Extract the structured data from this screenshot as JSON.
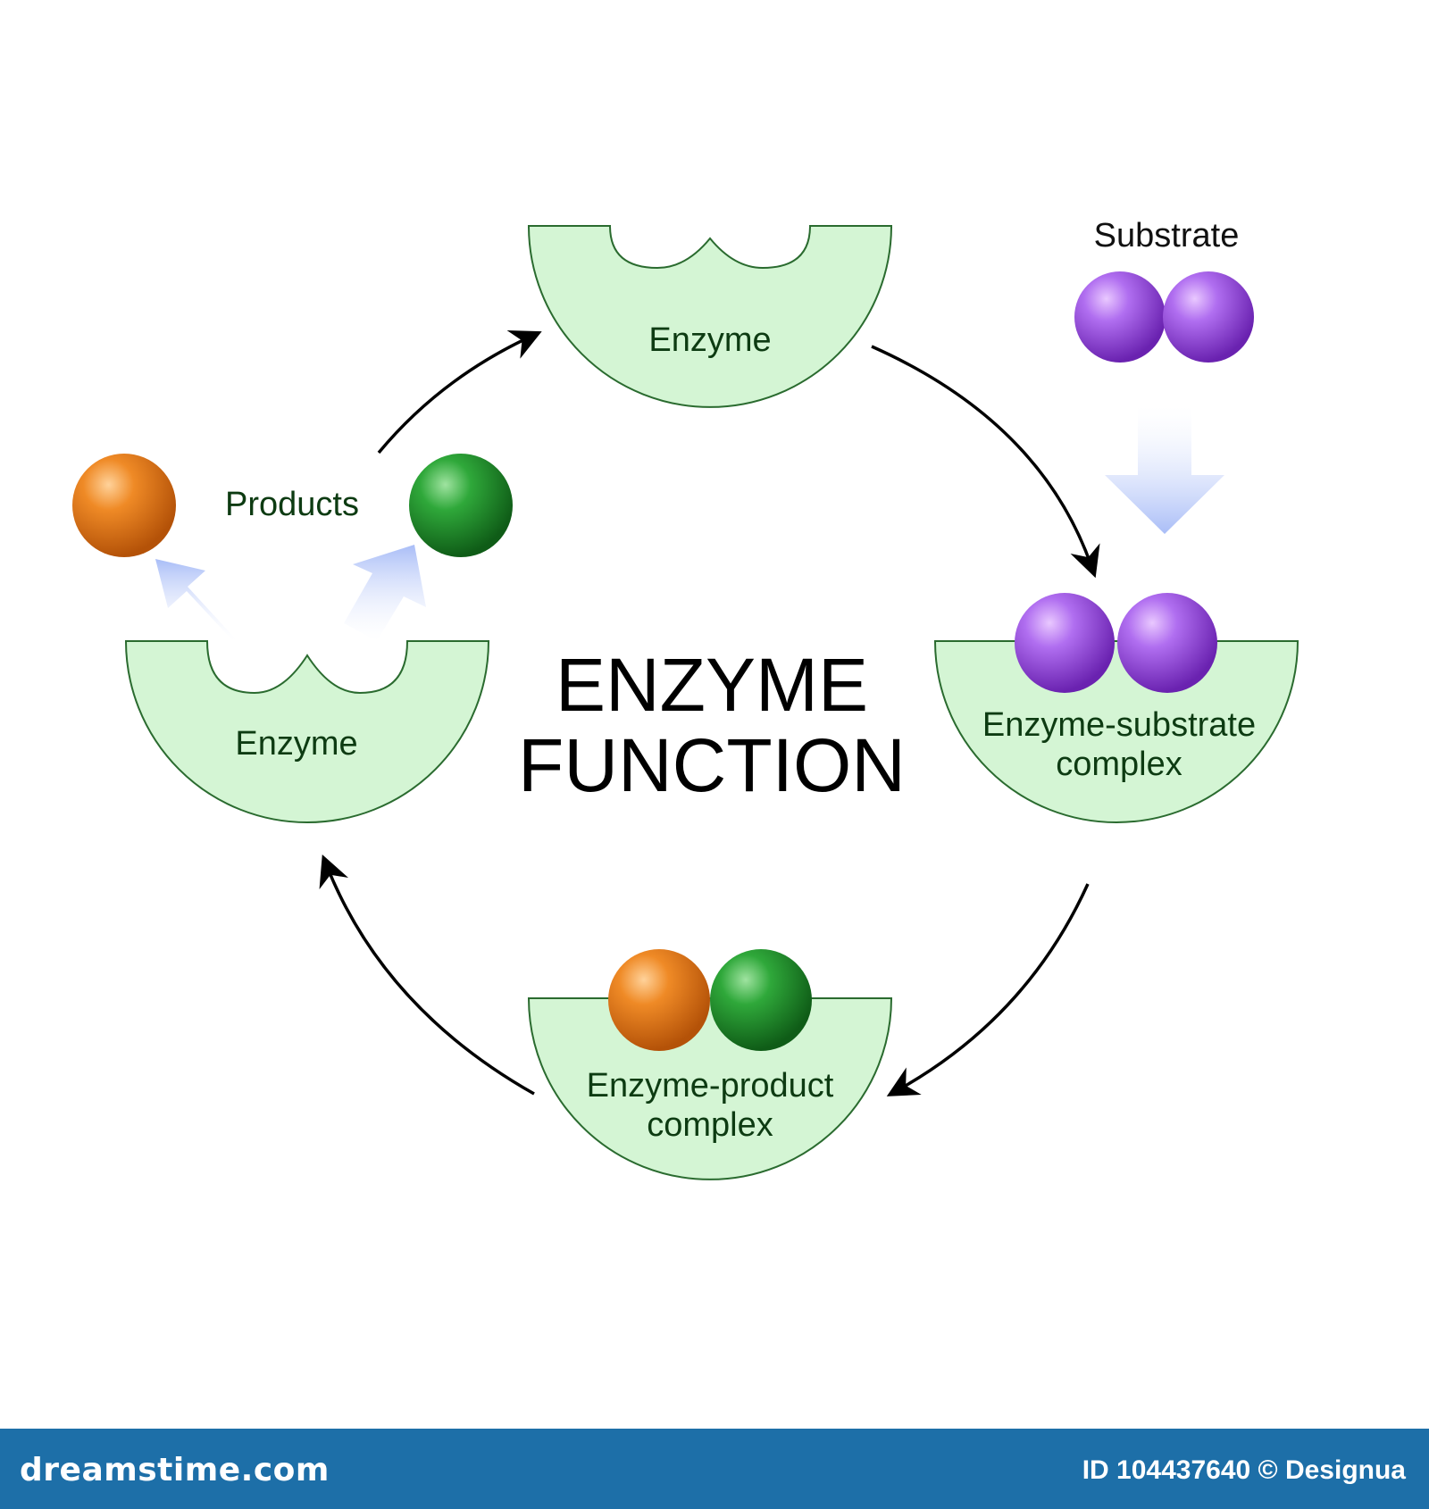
{
  "title": {
    "line1": "ENZYME",
    "line2": "FUNCTION"
  },
  "labels": {
    "enzyme_top": "Enzyme",
    "enzyme_left": "Enzyme",
    "substrate": "Substrate",
    "products": "Products",
    "es_complex_line1": "Enzyme-substrate",
    "es_complex_line2": "complex",
    "ep_complex_line1": "Enzyme-product",
    "ep_complex_line2": "complex"
  },
  "footer": {
    "brand": "dreamstime.com",
    "credit": "ID 104437640 © Designua"
  },
  "colors": {
    "enzyme_fill": "#d4f5d4",
    "enzyme_stroke": "#2a6b2f",
    "substrate": "#9c4fe0",
    "product_orange": "#e87b1c",
    "product_green": "#1f9a2c",
    "footer_bg": "#1d6fa8"
  }
}
